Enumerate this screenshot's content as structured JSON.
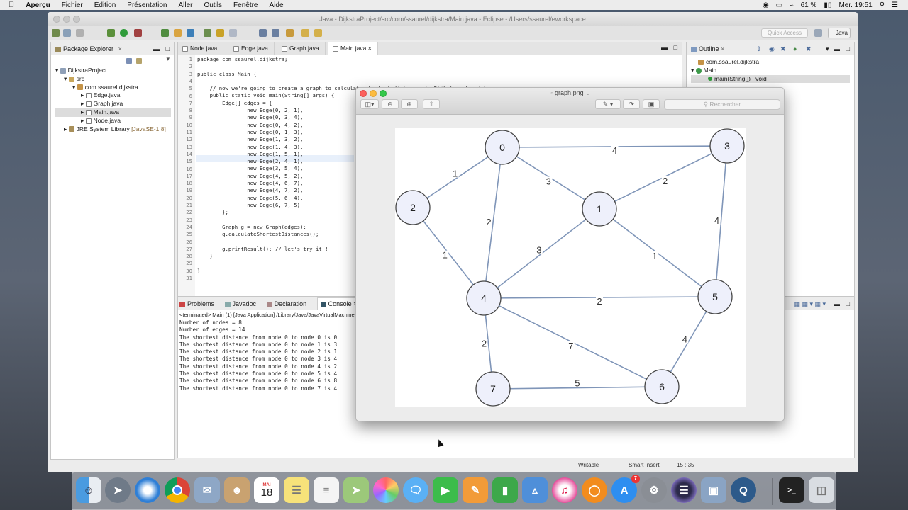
{
  "menubar": {
    "apple": "",
    "app": "Aperçu",
    "items": [
      "Fichier",
      "Édition",
      "Présentation",
      "Aller",
      "Outils",
      "Fenêtre",
      "Aide"
    ],
    "battery": "61 %",
    "clock": "Mer. 19:51"
  },
  "eclipse": {
    "title": "Java - DijkstraProject/src/com/ssaurel/dijkstra/Main.java - Eclipse - /Users/ssaurel/eworkspace",
    "quick_access": "Quick Access",
    "perspective": "Java",
    "package_explorer": {
      "tab": "Package Explorer",
      "tree": [
        {
          "label": "DijkstraProject",
          "depth": 0,
          "icon": "project-icon"
        },
        {
          "label": "src",
          "depth": 1,
          "icon": "source-folder-icon"
        },
        {
          "label": "com.ssaurel.dijkstra",
          "depth": 2,
          "icon": "package-icon"
        },
        {
          "label": "Edge.java",
          "depth": 3,
          "icon": "java-file-icon"
        },
        {
          "label": "Graph.java",
          "depth": 3,
          "icon": "java-file-icon"
        },
        {
          "label": "Main.java",
          "depth": 3,
          "icon": "java-file-icon",
          "selected": true
        },
        {
          "label": "Node.java",
          "depth": 3,
          "icon": "java-file-icon"
        },
        {
          "label": "JRE System Library",
          "suffix": "[JavaSE-1.8]",
          "depth": 1,
          "icon": "library-icon"
        }
      ]
    },
    "editor_tabs": [
      {
        "label": "Node.java",
        "active": false
      },
      {
        "label": "Edge.java",
        "active": false
      },
      {
        "label": "Graph.java",
        "active": false
      },
      {
        "label": "Main.java",
        "active": true
      }
    ],
    "code_lines": [
      "package com.ssaurel.dijkstra;",
      "",
      "public class Main {",
      "",
      "    // now we're going to create a graph to calculate shortest distance via Dijkstra algorithm",
      "    public static void main(String[] args) {",
      "        Edge[] edges = {",
      "                new Edge(0, 2, 1),",
      "                new Edge(0, 3, 4),",
      "                new Edge(0, 4, 2),",
      "                new Edge(0, 1, 3),",
      "                new Edge(1, 3, 2),",
      "                new Edge(1, 4, 3),",
      "                new Edge(1, 5, 1),",
      "                new Edge(2, 4, 1),",
      "                new Edge(3, 5, 4),",
      "                new Edge(4, 5, 2),",
      "                new Edge(4, 6, 7),",
      "                new Edge(4, 7, 2),",
      "                new Edge(5, 6, 4),",
      "                new Edge(6, 7, 5)",
      "        };",
      "",
      "        Graph g = new Graph(edges);",
      "        g.calculateShortestDistances();",
      "",
      "        g.printResult(); // let's try it !",
      "    }",
      "",
      "}",
      ""
    ],
    "outline": {
      "tab": "Outline",
      "items": [
        {
          "label": "com.ssaurel.dijkstra",
          "depth": 0
        },
        {
          "label": "Main",
          "depth": 0
        },
        {
          "label": "main(String[]) : void",
          "depth": 1
        }
      ]
    },
    "bottom_tabs": [
      "Problems",
      "Javadoc",
      "Declaration",
      "Console"
    ],
    "console_header": "<terminated> Main (1) [Java Application] /Library/Java/JavaVirtualMachines",
    "console_lines": [
      "Number of nodes = 8",
      "Number of edges = 14",
      "The shortest distance from node 0 to node 0 is 0",
      "The shortest distance from node 0 to node 1 is 3",
      "The shortest distance from node 0 to node 2 is 1",
      "The shortest distance from node 0 to node 3 is 4",
      "The shortest distance from node 0 to node 4 is 2",
      "The shortest distance from node 0 to node 5 is 4",
      "The shortest distance from node 0 to node 6 is 8",
      "The shortest distance from node 0 to node 7 is 4"
    ],
    "status": {
      "writable": "Writable",
      "insert_mode": "Smart Insert",
      "position": "15 : 35"
    }
  },
  "preview": {
    "title": "graph.png",
    "search_placeholder": "Rechercher",
    "graph": {
      "nodes": [
        {
          "id": "0"
        },
        {
          "id": "1"
        },
        {
          "id": "2"
        },
        {
          "id": "3"
        },
        {
          "id": "4"
        },
        {
          "id": "5"
        },
        {
          "id": "6"
        },
        {
          "id": "7"
        }
      ],
      "edges": [
        {
          "from": "0",
          "to": "2",
          "weight": "1"
        },
        {
          "from": "0",
          "to": "3",
          "weight": "4"
        },
        {
          "from": "0",
          "to": "4",
          "weight": "2"
        },
        {
          "from": "0",
          "to": "1",
          "weight": "3"
        },
        {
          "from": "1",
          "to": "3",
          "weight": "2"
        },
        {
          "from": "1",
          "to": "4",
          "weight": "3"
        },
        {
          "from": "1",
          "to": "5",
          "weight": "1"
        },
        {
          "from": "2",
          "to": "4",
          "weight": "1"
        },
        {
          "from": "3",
          "to": "5",
          "weight": "4"
        },
        {
          "from": "4",
          "to": "5",
          "weight": "2"
        },
        {
          "from": "4",
          "to": "6",
          "weight": "7"
        },
        {
          "from": "4",
          "to": "7",
          "weight": "2"
        },
        {
          "from": "5",
          "to": "6",
          "weight": "4"
        },
        {
          "from": "6",
          "to": "7",
          "weight": "5"
        }
      ],
      "node_fill": "#eef0fb",
      "edge_color": "#7f95b8"
    }
  },
  "dock": {
    "calendar_month": "MAI",
    "calendar_day": "18",
    "appstore_badge": "7",
    "apps": [
      "finder-icon",
      "launchpad-icon",
      "safari-icon",
      "chrome-icon",
      "mail-icon",
      "contacts-icon",
      "calendar-icon",
      "notes-icon",
      "reminders-icon",
      "maps-icon",
      "photos-icon",
      "messages-icon",
      "facetime-icon",
      "pages-icon",
      "numbers-icon",
      "keynote-icon",
      "itunes-icon",
      "ibooks-icon",
      "appstore-icon",
      "system-preferences-icon",
      "eclipse-icon",
      "preview-icon",
      "quicktime-icon",
      "terminal-icon",
      "trash-icon"
    ]
  }
}
